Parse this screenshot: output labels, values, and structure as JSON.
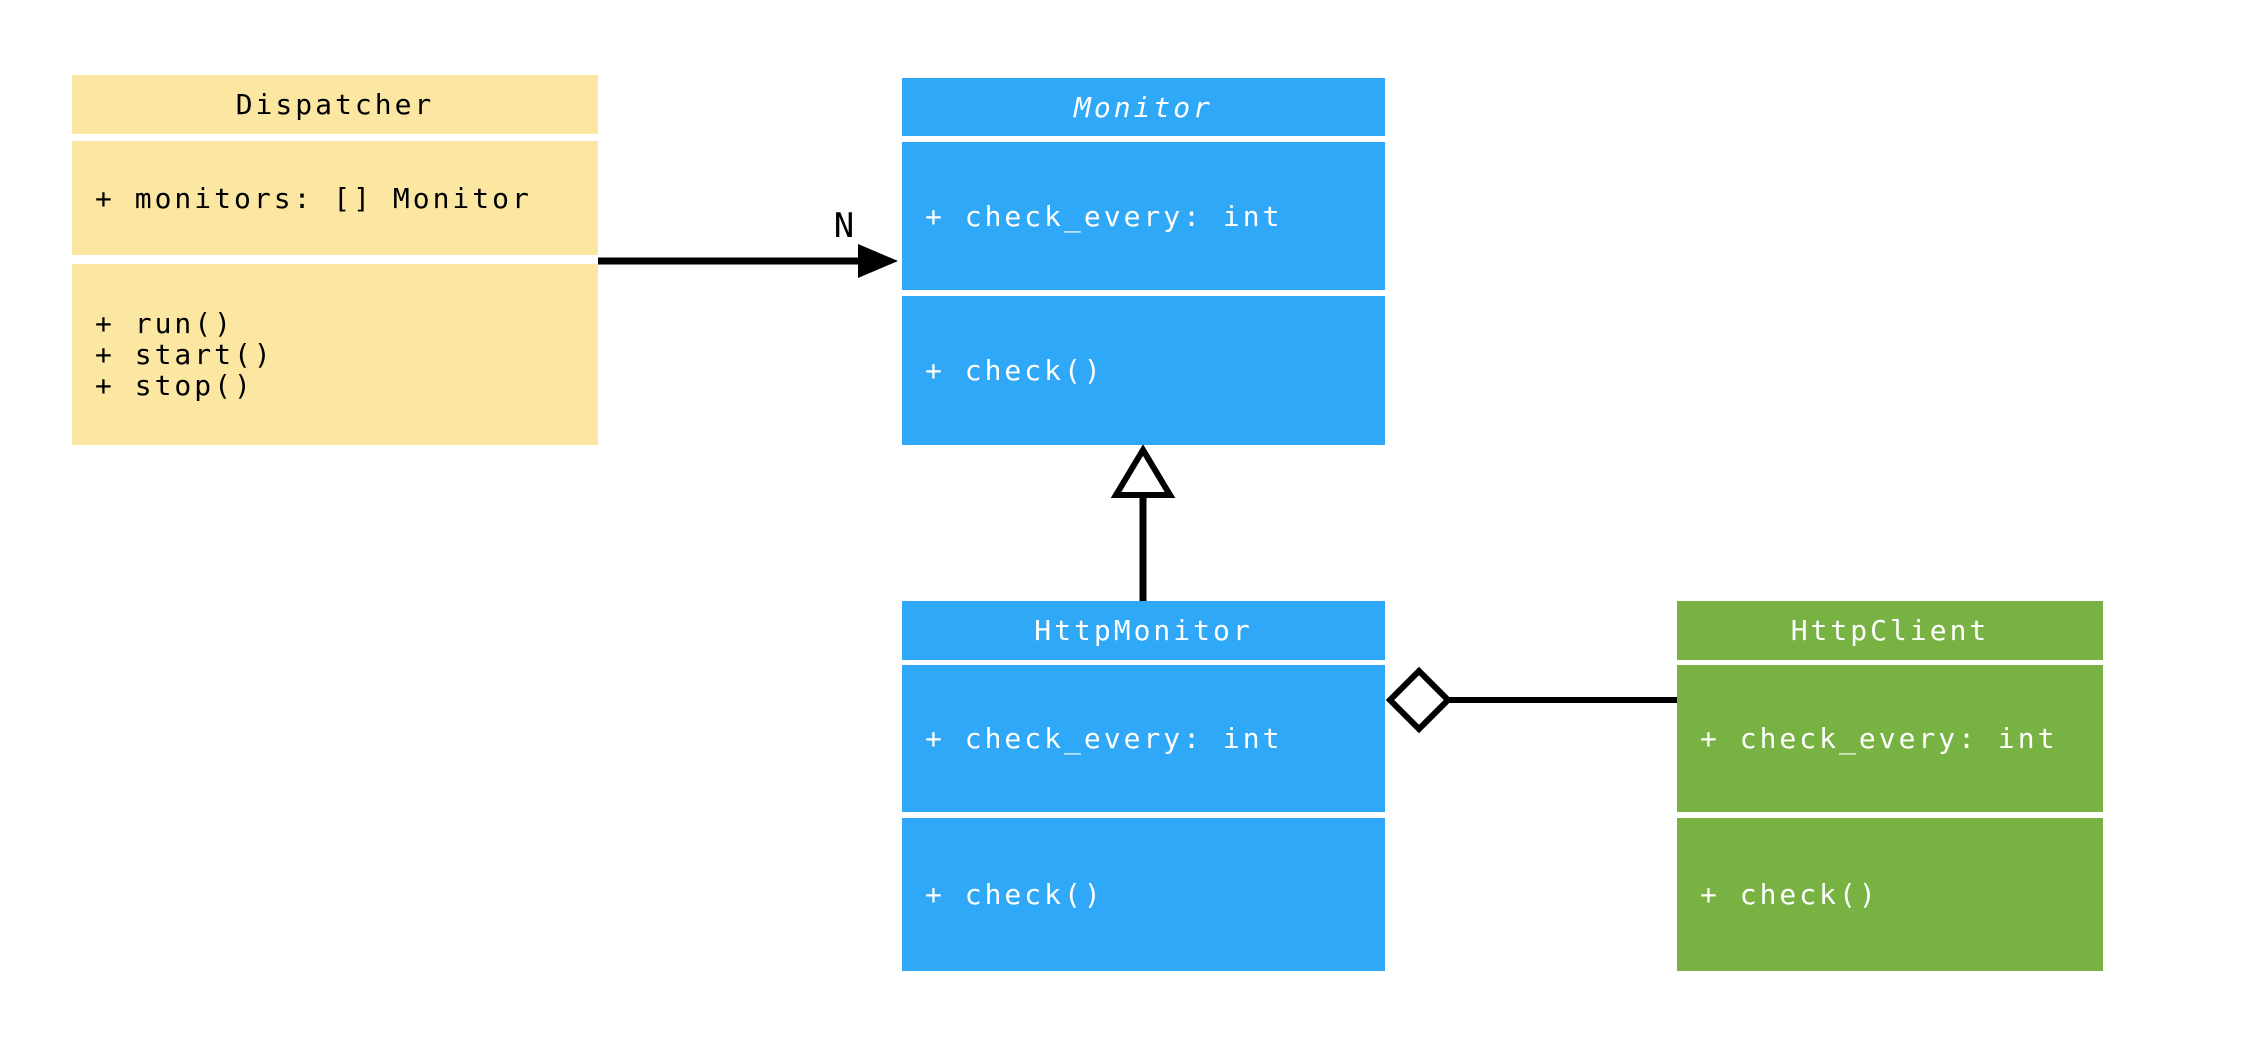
{
  "diagram_type": "uml-class-diagram",
  "classes": {
    "dispatcher": {
      "name": "Dispatcher",
      "abstract": false,
      "attributes": [
        "+ monitors: [] Monitor"
      ],
      "methods": [
        "+ run()",
        "+ start()",
        "+ stop()"
      ]
    },
    "monitor": {
      "name": "Monitor",
      "abstract": true,
      "attributes": [
        "+ check_every: int"
      ],
      "methods": [
        "+ check()"
      ]
    },
    "http_monitor": {
      "name": "HttpMonitor",
      "abstract": false,
      "attributes": [
        "+ check_every: int"
      ],
      "methods": [
        "+ check()"
      ]
    },
    "http_client": {
      "name": "HttpClient",
      "abstract": false,
      "attributes": [
        "+ check_every: int"
      ],
      "methods": [
        "+ check()"
      ]
    }
  },
  "relationships": {
    "dispatcher_to_monitor": {
      "type": "directed-association",
      "from": "Dispatcher",
      "to": "Monitor",
      "multiplicity": "N"
    },
    "http_monitor_to_monitor": {
      "type": "generalization",
      "from": "HttpMonitor",
      "to": "Monitor"
    },
    "http_monitor_to_http_client": {
      "type": "aggregation",
      "from": "HttpMonitor",
      "to": "HttpClient"
    }
  },
  "colors": {
    "dispatcher_fill": "#FBE7A2",
    "monitor_fill": "#2EA8F7",
    "http_monitor_fill": "#2EA8F7",
    "http_client_fill": "#77B243",
    "dispatcher_text": "#000000",
    "light_text": "#FFFFFF",
    "connector": "#000000",
    "background": "#FFFFFF"
  }
}
